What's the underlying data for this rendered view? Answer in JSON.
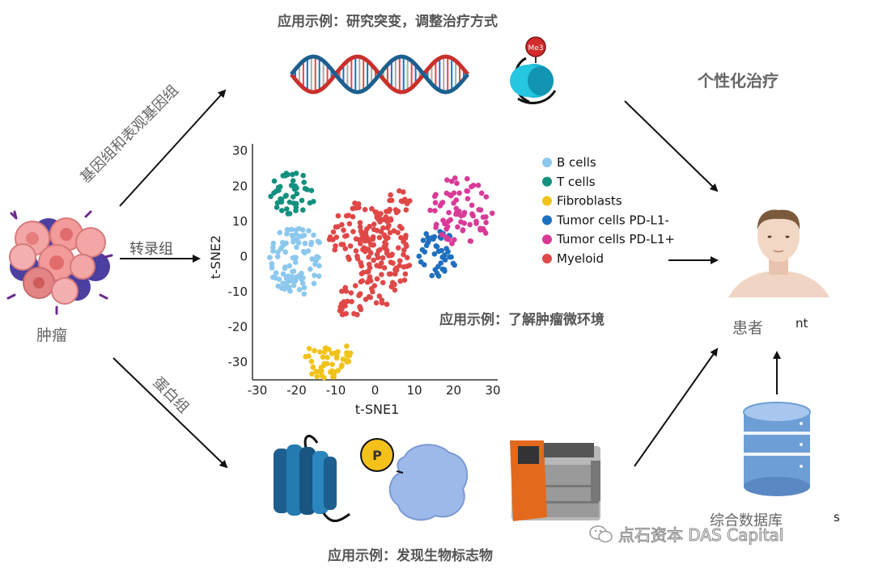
{
  "diagram": {
    "title_top": "应用示例：研究突变，调整治疗方式",
    "title_personalized": "个性化治疗",
    "label_tumor": "肿瘤",
    "label_genome": "基因组和表观基因组",
    "label_transcriptome": "转录组",
    "label_proteome": "蛋白组",
    "label_microenv": "应用示例：了解肿瘤微环境",
    "label_biomarker": "应用示例：发现生物标志物",
    "label_patient": "患者",
    "label_patient_suffix": "nt",
    "label_database": "综合数据库",
    "label_database_suffix": "s",
    "histone_mark": "Me3",
    "phospho_mark": "P",
    "watermark": "点石资本 DAS Capital",
    "colors": {
      "b_cells": "#8cc8ee",
      "t_cells": "#14907f",
      "fibroblasts": "#f1c31a",
      "tumor_pdl1_neg": "#1f6fbf",
      "tumor_pdl1_pos": "#d93a98",
      "myeloid": "#e04848"
    }
  },
  "chart_data": {
    "type": "scatter",
    "xlabel": "t-SNE1",
    "ylabel": "t-SNE2",
    "xlim": [
      -30,
      30
    ],
    "ylim": [
      -35,
      32
    ],
    "xticks": [
      -30,
      -20,
      -10,
      0,
      10,
      20,
      30
    ],
    "yticks": [
      30,
      20,
      10,
      0,
      -10,
      -20,
      -30
    ],
    "legend_position": "right",
    "series": [
      {
        "name": "B cells",
        "color": "#8cc8ee",
        "clusters": [
          {
            "cx": -20,
            "cy": -1,
            "rx": 7,
            "ry": 10,
            "n": 95
          }
        ]
      },
      {
        "name": "T cells",
        "color": "#14907f",
        "clusters": [
          {
            "cx": -21,
            "cy": 18,
            "rx": 6,
            "ry": 6,
            "n": 45
          }
        ]
      },
      {
        "name": "Fibroblasts",
        "color": "#f1c31a",
        "clusters": [
          {
            "cx": -12,
            "cy": -29,
            "rx": 6,
            "ry": 6,
            "n": 50
          }
        ]
      },
      {
        "name": "Tumor cells PD-L1-",
        "color": "#1f6fbf",
        "clusters": [
          {
            "cx": 16,
            "cy": 1,
            "rx": 5,
            "ry": 7,
            "n": 45
          }
        ]
      },
      {
        "name": "Tumor cells PD-L1+",
        "color": "#d93a98",
        "clusters": [
          {
            "cx": 22,
            "cy": 13,
            "rx": 8,
            "ry": 10,
            "n": 75
          }
        ]
      },
      {
        "name": "Myeloid",
        "color": "#e04848",
        "clusters": [
          {
            "cx": -4,
            "cy": 7,
            "rx": 8,
            "ry": 9,
            "n": 70
          },
          {
            "cx": 2,
            "cy": 0,
            "rx": 7,
            "ry": 14,
            "n": 110
          },
          {
            "cx": -6,
            "cy": -13,
            "rx": 4,
            "ry": 5,
            "n": 25
          },
          {
            "cx": 6,
            "cy": 15,
            "rx": 3,
            "ry": 4,
            "n": 15
          }
        ]
      }
    ]
  }
}
